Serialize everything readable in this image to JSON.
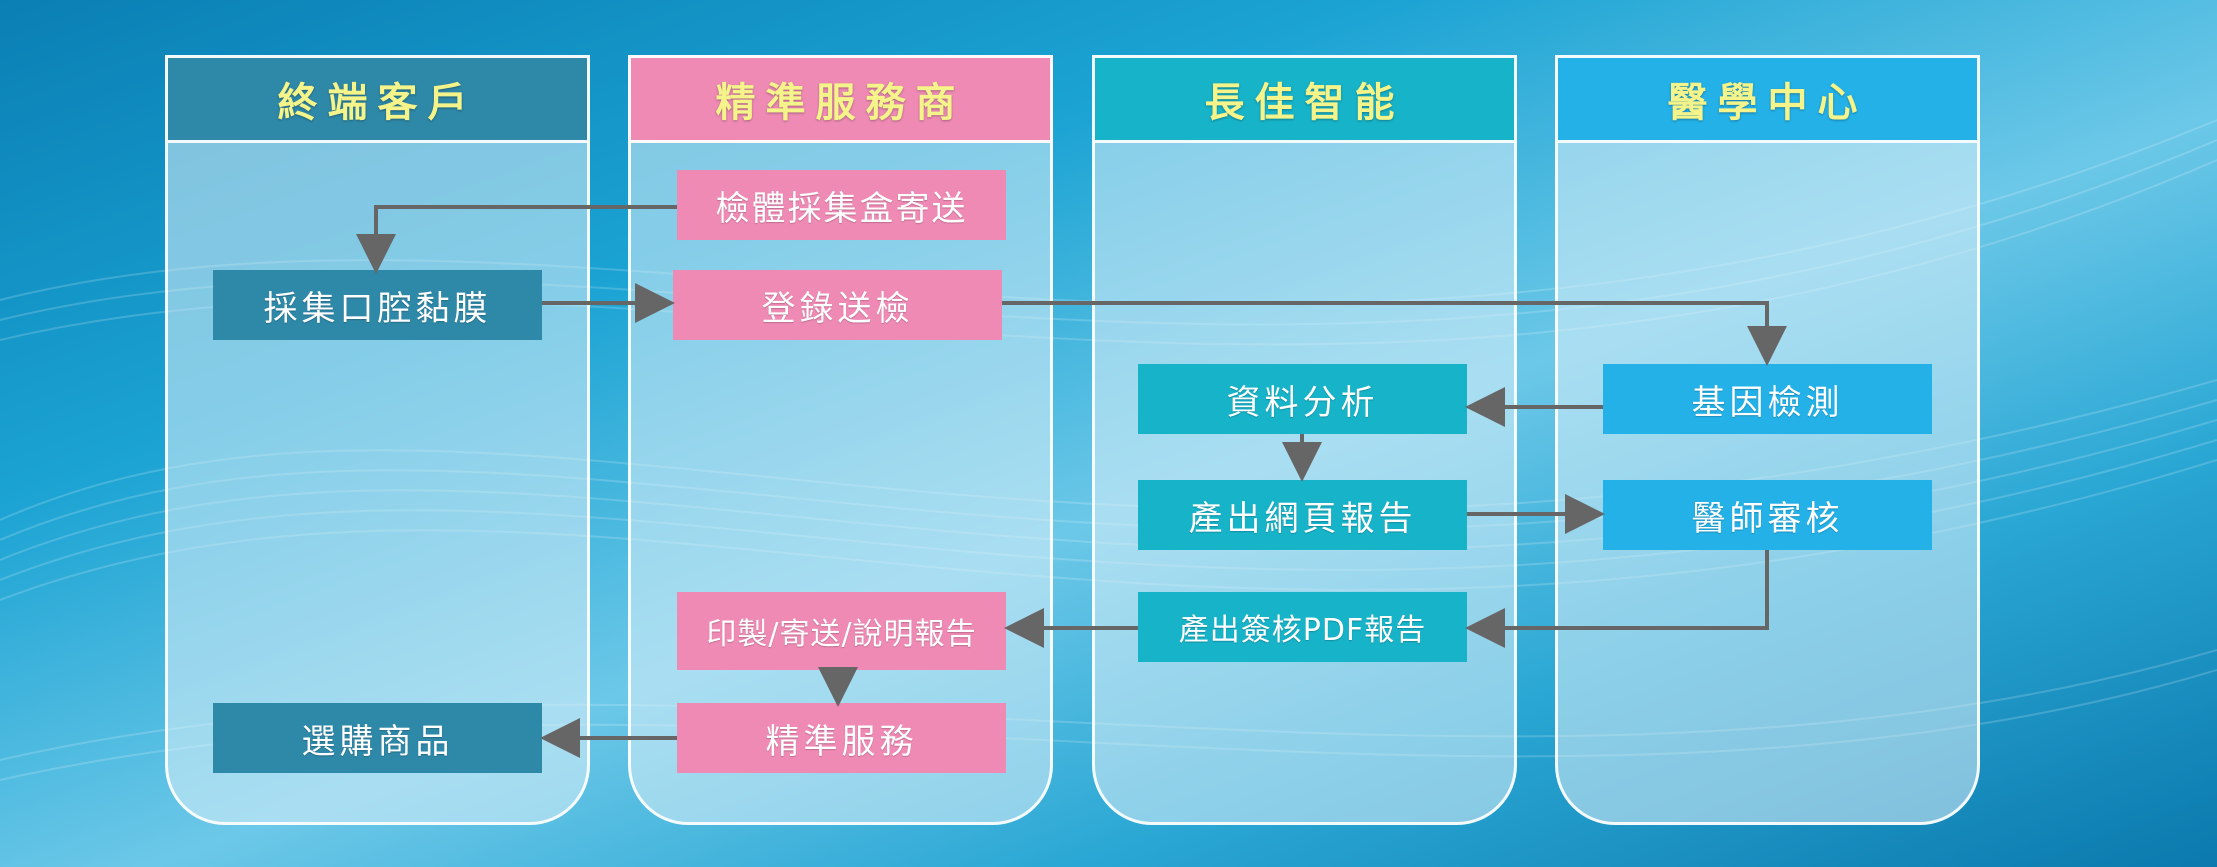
{
  "colors": {
    "client_header": "#2e88a8",
    "provider_header": "#ee8ab4",
    "company_header": "#17b3c9",
    "medical_header": "#23b1e8",
    "header_text": "#f4f48a",
    "arrow": "#666666"
  },
  "lanes": [
    {
      "title": "終端客戶"
    },
    {
      "title": "精準服務商"
    },
    {
      "title": "長佳智能"
    },
    {
      "title": "醫學中心"
    }
  ],
  "nodes": {
    "kit_shipping": "檢體採集盒寄送",
    "collect_mucosa": "採集口腔黏膜",
    "register_submit": "登錄送檢",
    "data_analysis": "資料分析",
    "genetic_testing": "基因檢測",
    "web_report": "產出網頁報告",
    "physician_review": "醫師審核",
    "print_report": "印製/寄送/說明報告",
    "signed_pdf_report": "產出簽核PDF報告",
    "precision_service": "精準服務",
    "purchase_products": "選購商品"
  }
}
